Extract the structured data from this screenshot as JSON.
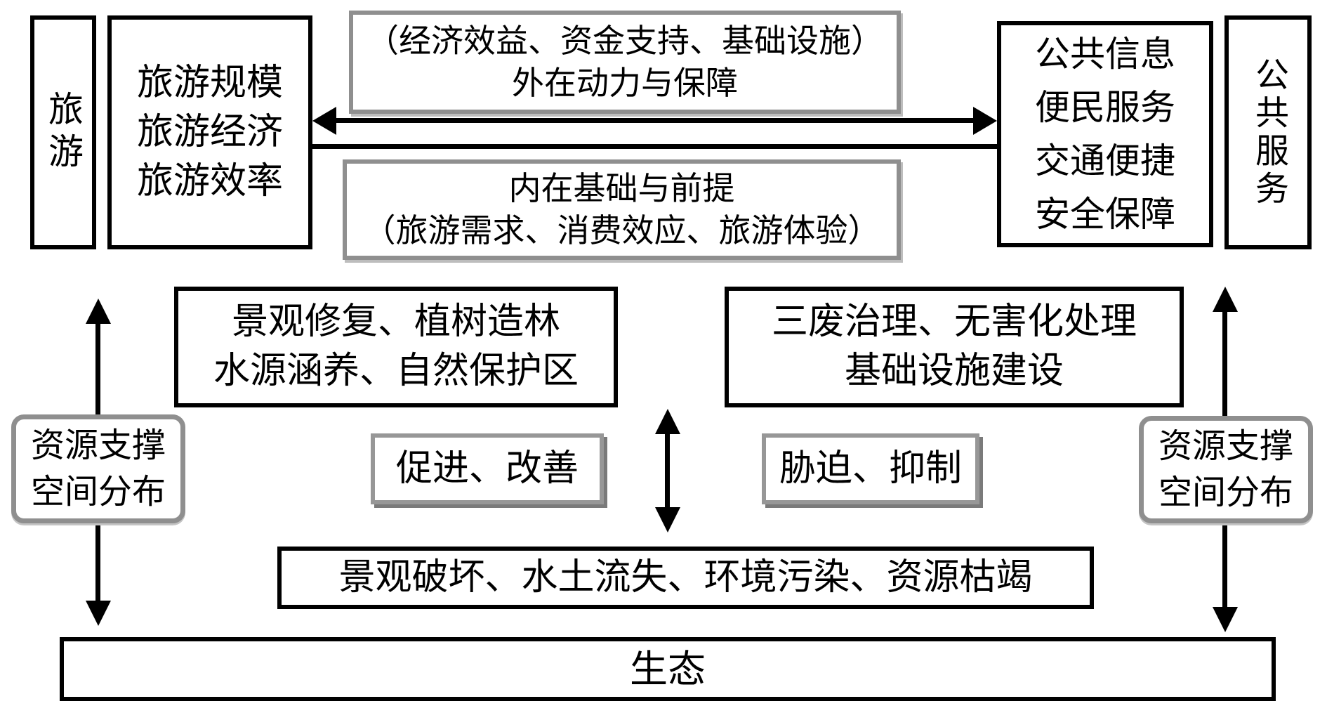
{
  "diagram": {
    "tourism_axis": {
      "label": "旅游"
    },
    "tourism_metrics": {
      "lines": [
        "旅游规模",
        "旅游经济",
        "旅游效率"
      ]
    },
    "external_power": {
      "line1": "（经济效益、资金支持、基础设施）",
      "line2": "外在动力与保障"
    },
    "internal_basis": {
      "line1": "内在基础与前提",
      "line2": "（旅游需求、消费效应、旅游体验）"
    },
    "public_service_items": {
      "lines": [
        "公共信息",
        "便民服务",
        "交通便捷",
        "安全保障"
      ]
    },
    "public_service_axis": {
      "label": "公共服务"
    },
    "eco_restoration": {
      "lines": [
        "景观修复、植树造林",
        "水源涵养、自然保护区"
      ]
    },
    "eco_treatment": {
      "lines": [
        "三废治理、无害化处理",
        "基础设施建设"
      ]
    },
    "resource_support_left": {
      "lines": [
        "资源支撑",
        "空间分布"
      ]
    },
    "resource_support_right": {
      "lines": [
        "资源支撑",
        "空间分布"
      ]
    },
    "promote": {
      "label": "促进、改善"
    },
    "threaten": {
      "label": "胁迫、抑制"
    },
    "degradation": {
      "label": "景观破坏、水土流失、环境污染、资源枯竭"
    },
    "ecology_axis": {
      "label": "生态"
    }
  },
  "colors": {
    "text": "#000000",
    "black_border": "#000000",
    "gray_border": "#8f8f8f",
    "background": "#ffffff"
  }
}
